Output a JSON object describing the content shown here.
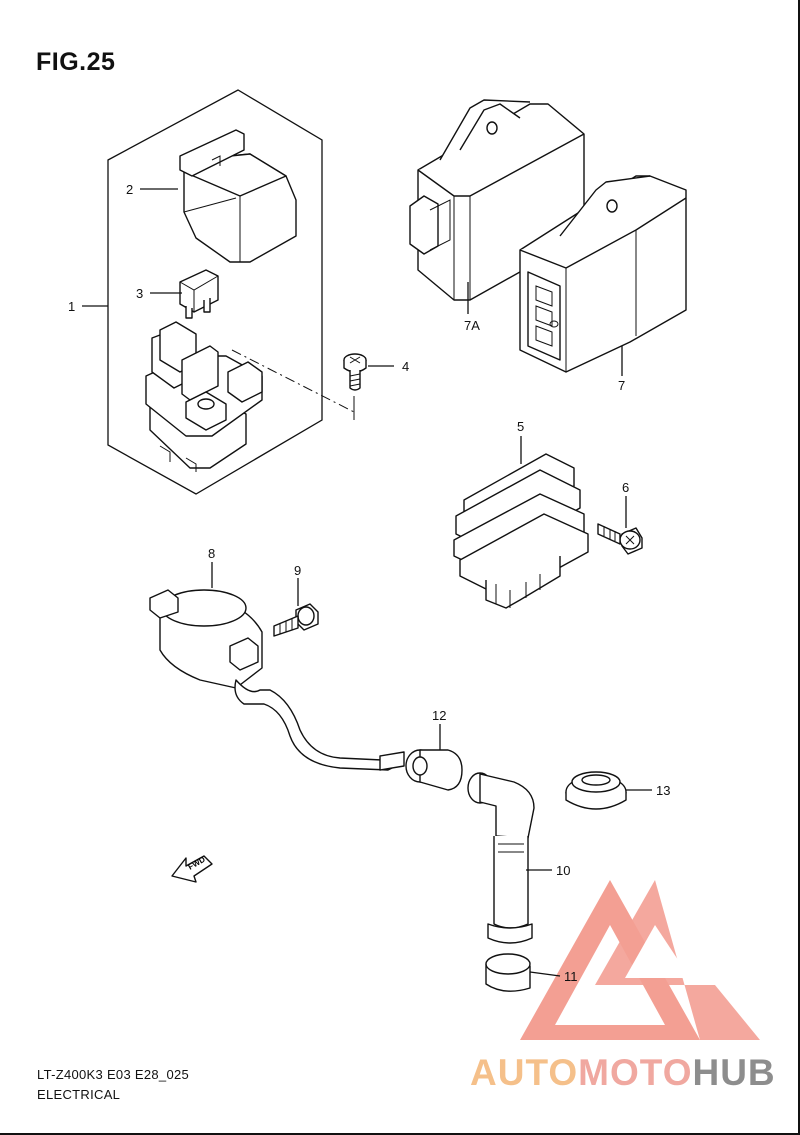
{
  "figure": {
    "title": "FIG.25",
    "footer_code": "LT-Z400K3 E03 E28_025",
    "footer_description": "ELECTRICAL"
  },
  "callouts": {
    "c1": "1",
    "c2": "2",
    "c3": "3",
    "c4": "4",
    "c5": "5",
    "c6": "6",
    "c7": "7",
    "c7a": "7A",
    "c8": "8",
    "c9": "9",
    "c10": "10",
    "c11": "11",
    "c12": "12",
    "c13": "13"
  },
  "direction_arrow": {
    "label": "FWD"
  },
  "watermark": {
    "part1": "AUTO",
    "part2": "MOTO",
    "part3": "HUB",
    "colors": {
      "auto": "#f5c08a",
      "moto": "#f0a8a0",
      "hub": "#8d8d8d",
      "triangle": "#f08070"
    }
  }
}
